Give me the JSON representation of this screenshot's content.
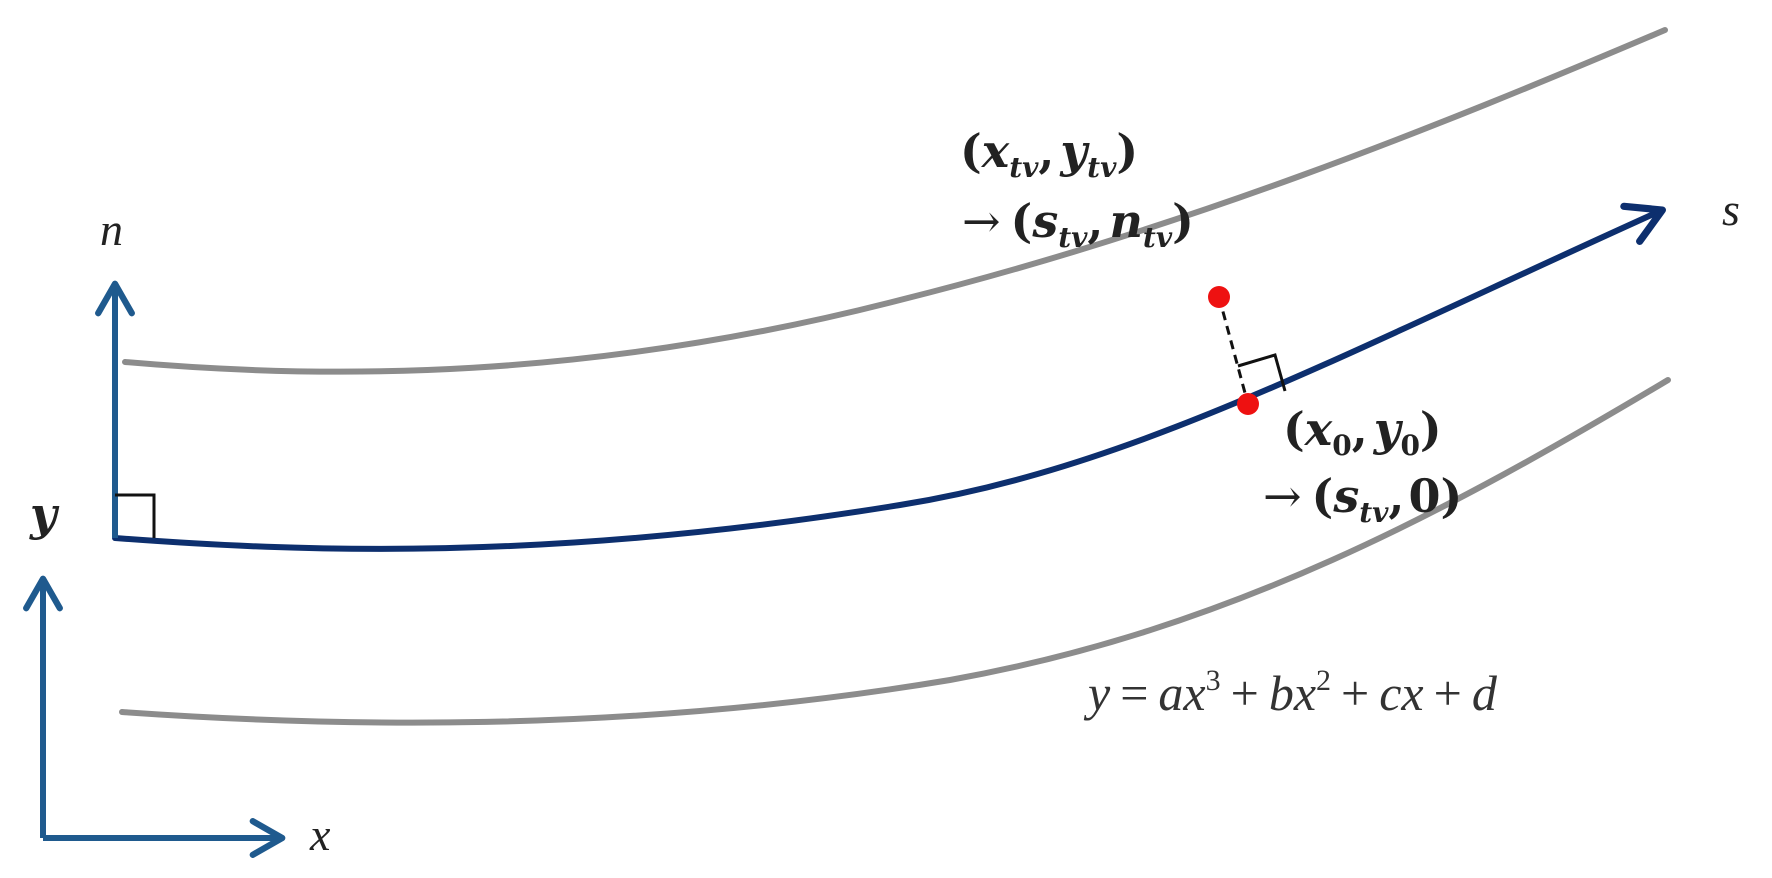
{
  "colors": {
    "reference_line": "#0d2f6e",
    "lane_boundary": "#8c8c8c",
    "frenet_axis": "#1f5a8e",
    "point": "#ee1111",
    "text": "#222222"
  },
  "labels": {
    "s_axis": "s",
    "n_axis": "n",
    "global_y": "y",
    "global_x": "x",
    "target_point_line1": "(x_tv, y_tv)",
    "target_point_line2": "→ (s_tv, n_tv)",
    "projection_point_line1": "(x_0, y_0)",
    "projection_point_line2": "→ (s_tv, 0)",
    "curve_equation": "y = ax³ + bx² + cx + d"
  },
  "text_parts": {
    "tv": "tv",
    "zero": "0",
    "s": "s",
    "n": "n",
    "x": "x",
    "y": "y",
    "open_paren": "(",
    "close_paren": ")",
    "comma": ",",
    "arrow": "→",
    "zero_value": "0",
    "eq_y": "y",
    "eq_equals": "=",
    "eq_a": "ax",
    "eq_3": "3",
    "eq_plus1": "+",
    "eq_b": "bx",
    "eq_2": "2",
    "eq_plus2": "+",
    "eq_c": "cx",
    "eq_plus3": "+",
    "eq_d": "d"
  }
}
